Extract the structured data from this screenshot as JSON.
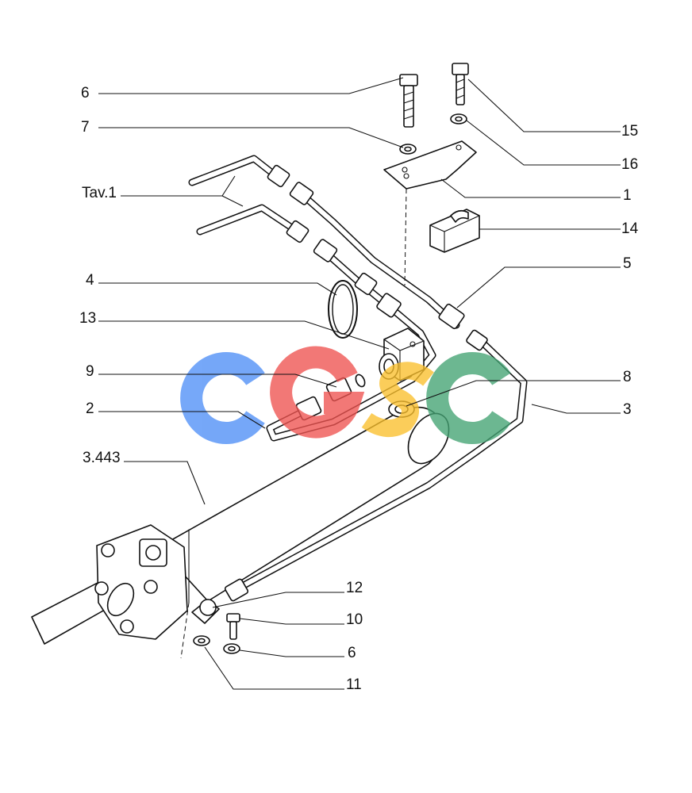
{
  "callouts": [
    {
      "id": "c6a",
      "text": "6"
    },
    {
      "id": "c7",
      "text": "7"
    },
    {
      "id": "ctav",
      "text": "Tav.1"
    },
    {
      "id": "c4",
      "text": "4"
    },
    {
      "id": "c13",
      "text": "13"
    },
    {
      "id": "c9",
      "text": "9"
    },
    {
      "id": "c2",
      "text": "2"
    },
    {
      "id": "c3443",
      "text": "3.443"
    },
    {
      "id": "c15",
      "text": "15"
    },
    {
      "id": "c16",
      "text": "16"
    },
    {
      "id": "c1",
      "text": "1"
    },
    {
      "id": "c14",
      "text": "14"
    },
    {
      "id": "c5",
      "text": "5"
    },
    {
      "id": "c8",
      "text": "8"
    },
    {
      "id": "c3",
      "text": "3"
    },
    {
      "id": "c12",
      "text": "12"
    },
    {
      "id": "c10",
      "text": "10"
    },
    {
      "id": "c6b",
      "text": "6"
    },
    {
      "id": "c11",
      "text": "11"
    }
  ],
  "watermark": {
    "colors": [
      "#4f8ff7",
      "#ef5350",
      "#fbc02d",
      "#43a373"
    ]
  }
}
